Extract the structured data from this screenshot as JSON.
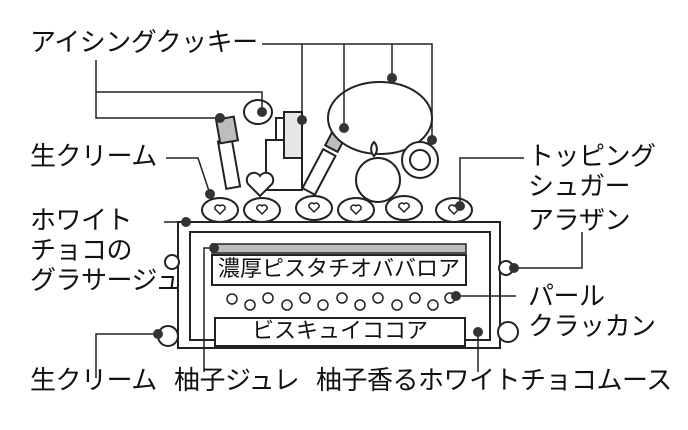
{
  "labels": {
    "icing_cookie": "アイシングクッキー",
    "fresh_cream_top": "生クリーム",
    "white_choco_line1": "ホワイト",
    "white_choco_line2": "チョコの",
    "white_choco_line3": "グラサージュ",
    "fresh_cream_bottom": "生クリーム",
    "yuzu_jelly": "柚子ジュレ",
    "yuzu_mousse": "柚子香るホワイトチョコムース",
    "topping_sugar_line1": "トッピング",
    "topping_sugar_line2": "シュガー",
    "arazan": "アラザン",
    "pearl_line1": "パール",
    "pearl_line2": "クラッカン"
  },
  "layers": {
    "pistachio_bavarois": "濃厚ピスタチオババロア",
    "biscuit_cocoa": "ビスキュイココア"
  },
  "colors": {
    "stroke": "#222222",
    "gray_fill": "#bdbdbd",
    "light_fill": "#e6e6e6",
    "dot": "#333333",
    "background": "#ffffff"
  }
}
